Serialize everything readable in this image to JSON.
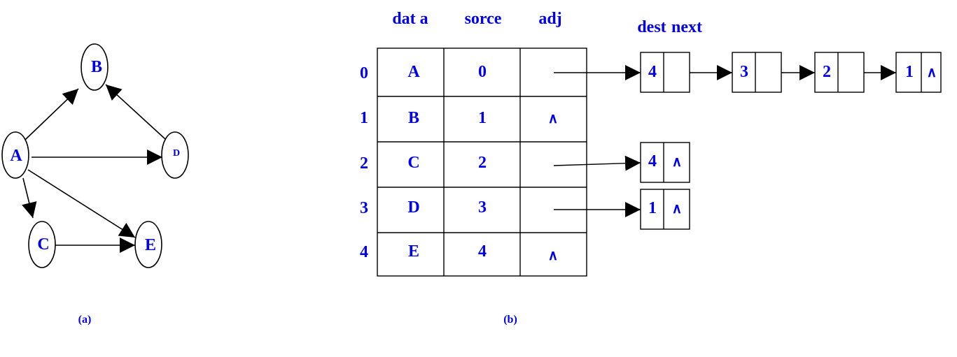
{
  "graph": {
    "nodes": [
      {
        "id": "A",
        "label": "A"
      },
      {
        "id": "B",
        "label": "B"
      },
      {
        "id": "C",
        "label": "C"
      },
      {
        "id": "D",
        "label": "D"
      },
      {
        "id": "E",
        "label": "E"
      }
    ],
    "edges": [
      {
        "from": "A",
        "to": "B"
      },
      {
        "from": "A",
        "to": "D"
      },
      {
        "from": "A",
        "to": "C"
      },
      {
        "from": "A",
        "to": "E"
      },
      {
        "from": "C",
        "to": "E"
      },
      {
        "from": "D",
        "to": "B"
      }
    ],
    "caption": "(a)"
  },
  "table": {
    "headers": {
      "data": "dat a",
      "sorce": "sorce",
      "adj": "adj",
      "dest": "dest",
      "next": "next"
    },
    "rows": [
      {
        "index": "0",
        "data": "A",
        "sorce": "0",
        "adj": "",
        "list": [
          {
            "dest": "4",
            "next": ""
          },
          {
            "dest": "3",
            "next": ""
          },
          {
            "dest": "2",
            "next": ""
          },
          {
            "dest": "1",
            "next": "∧"
          }
        ]
      },
      {
        "index": "1",
        "data": "B",
        "sorce": "1",
        "adj": "∧",
        "list": []
      },
      {
        "index": "2",
        "data": "C",
        "sorce": "2",
        "adj": "",
        "list": [
          {
            "dest": "4",
            "next": "∧"
          }
        ]
      },
      {
        "index": "3",
        "data": "D",
        "sorce": "3",
        "adj": "",
        "list": [
          {
            "dest": "1",
            "next": "∧"
          }
        ]
      },
      {
        "index": "4",
        "data": "E",
        "sorce": "4",
        "adj": "∧",
        "list": []
      }
    ],
    "caption": "(b)"
  }
}
